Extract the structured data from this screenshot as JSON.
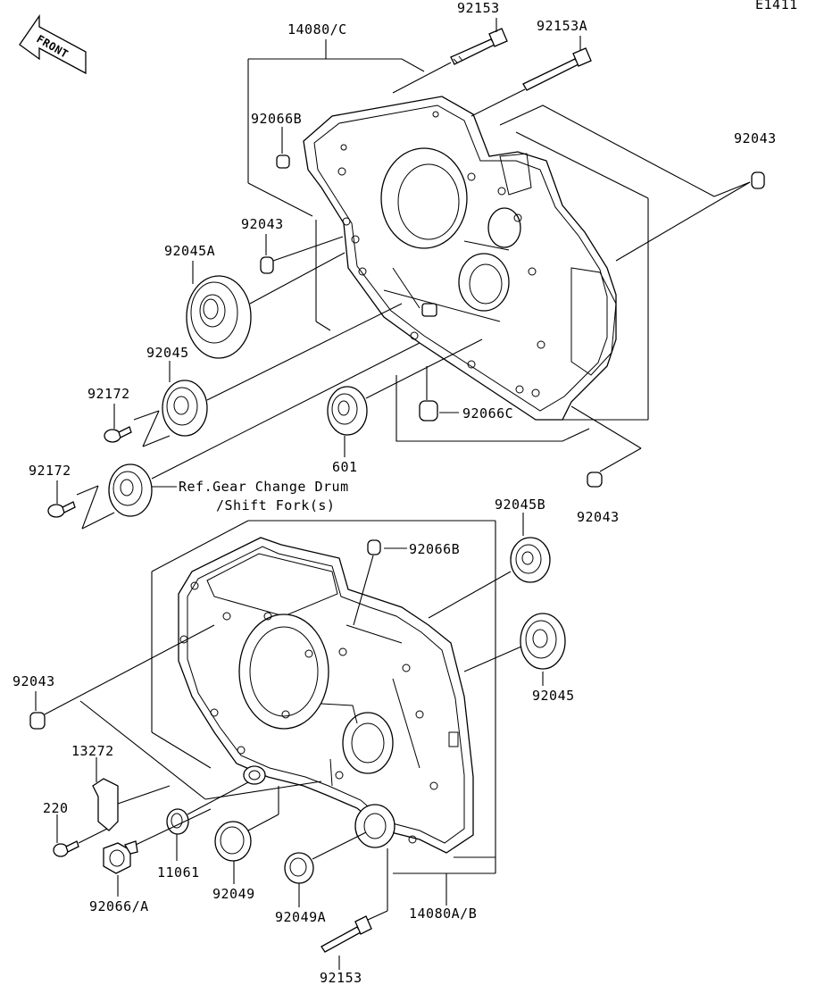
{
  "diagram_id": "E1411",
  "front_label": "FRONT",
  "labels": {
    "p14080c": "14080/C",
    "p92153_top": "92153",
    "p92153a": "92153A",
    "p92066b_top": "92066B",
    "p92043_right_top": "92043",
    "p92043_left": "92043",
    "p92045a": "92045A",
    "p92045_left": "92045",
    "p92172_a": "92172",
    "p92172_b": "92172",
    "p92066c": "92066C",
    "p601": "601",
    "ref_line1": "Ref.Gear Change Drum",
    "ref_line2": "/Shift Fork(s)",
    "p92043_right_mid": "92043",
    "p92045b": "92045B",
    "p92066b_bottom": "92066B",
    "p92043_bottom_left": "92043",
    "p92045_right": "92045",
    "p13272": "13272",
    "p220": "220",
    "p11061": "11061",
    "p92049": "92049",
    "p92066a": "92066/A",
    "p92049a": "92049A",
    "p14080ab": "14080A/B",
    "p92153_bottom": "92153"
  }
}
